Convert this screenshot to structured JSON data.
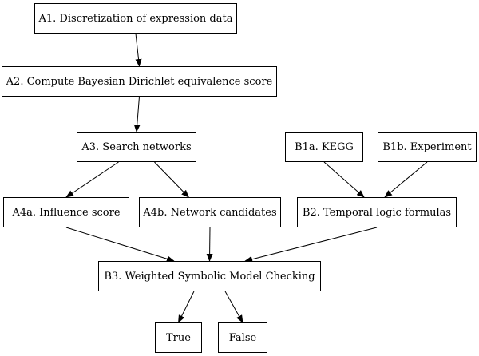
{
  "nodes": {
    "a1": "A1. Discretization of expression data",
    "a2": "A2. Compute Bayesian Dirichlet equivalence score",
    "a3": "A3. Search networks",
    "b1a": "B1a. KEGG",
    "b1b": "B1b. Experiment",
    "a4a": "A4a. Influence score",
    "a4b": "A4b. Network candidates",
    "b2": "B2. Temporal logic formulas",
    "b3": "B3. Weighted Symbolic Model Checking",
    "true": "True",
    "false": "False"
  },
  "edges": [
    [
      "a1",
      "a2"
    ],
    [
      "a2",
      "a3"
    ],
    [
      "a3",
      "a4a"
    ],
    [
      "a3",
      "a4b"
    ],
    [
      "b1a",
      "b2"
    ],
    [
      "b1b",
      "b2"
    ],
    [
      "a4a",
      "b3"
    ],
    [
      "a4b",
      "b3"
    ],
    [
      "b2",
      "b3"
    ],
    [
      "b3",
      "true"
    ],
    [
      "b3",
      "false"
    ]
  ]
}
